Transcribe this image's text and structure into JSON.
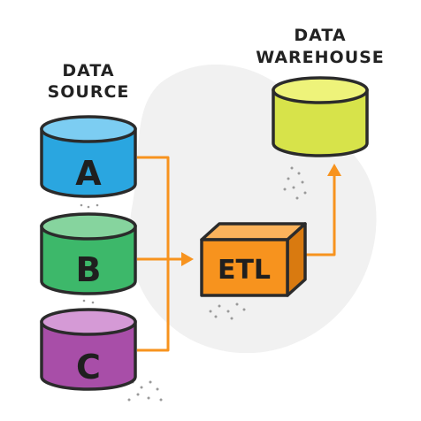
{
  "labels": {
    "source_line1": "DATA",
    "source_line2": "SOURCE",
    "warehouse_line1": "DATA",
    "warehouse_line2": "WAREHOUSE"
  },
  "sources": [
    {
      "letter": "A",
      "color": "#2aa6e0",
      "top_color": "#7ccdf2"
    },
    {
      "letter": "B",
      "color": "#3db86a",
      "top_color": "#86d49e"
    },
    {
      "letter": "C",
      "color": "#a84ea8",
      "top_color": "#d59ad6"
    }
  ],
  "etl": {
    "label": "ETL",
    "color": "#f7931e",
    "top_color": "#fbb35c"
  },
  "warehouse": {
    "color": "#d7e34a",
    "top_color": "#eef37a"
  },
  "colors": {
    "arrow": "#f7931e",
    "outline": "#2b2b2b",
    "blob": "#f1f1f1"
  }
}
